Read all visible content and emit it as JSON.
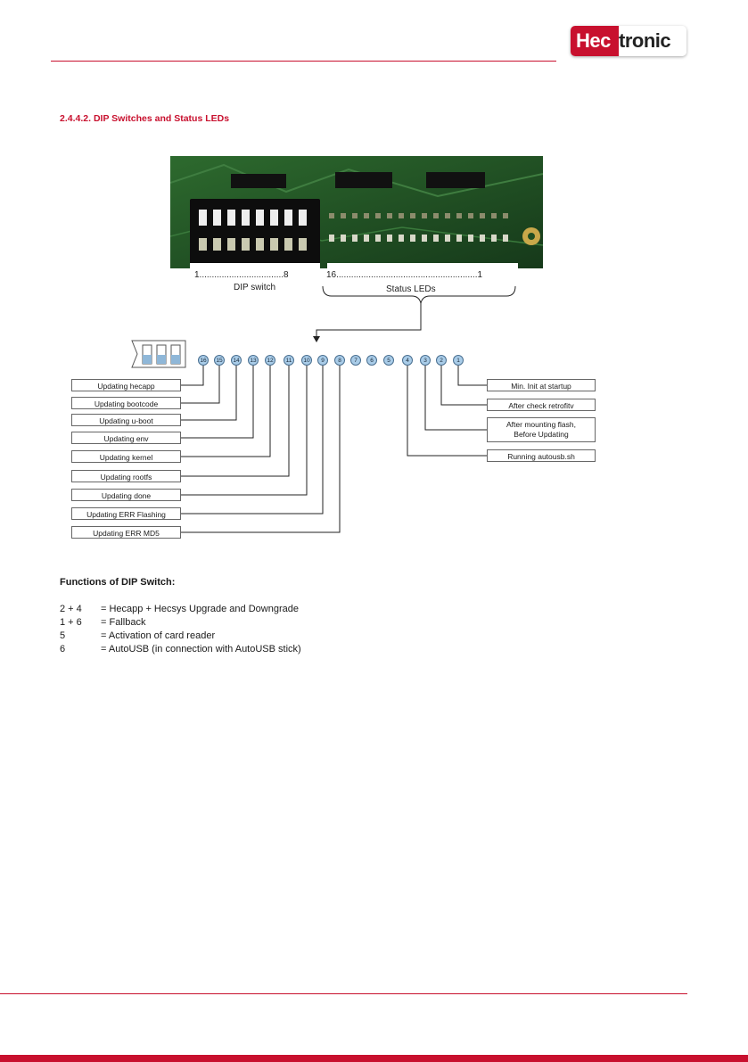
{
  "header": {
    "logo_part1": "Hec",
    "logo_part2": "tronic"
  },
  "section_title": "2.4.4.2. DIP Switches and Status LEDs",
  "figure": {
    "dip_range": "1..................................8",
    "dip_label": "DIP switch",
    "led_range": "16.........................................................1",
    "led_label": "Status LEDs",
    "leds": [
      "16",
      "15",
      "14",
      "13",
      "12",
      "11",
      "10",
      "9",
      "8",
      "7",
      "6",
      "5",
      "4",
      "3",
      "2",
      "1"
    ],
    "left_boxes": [
      "Updating hecapp",
      "Updating bootcode",
      "Updating u-boot",
      "Updating env",
      "Updating kernel",
      "Updating rootfs",
      "Updating done",
      "Updating ERR Flashing",
      "Updating ERR MD5"
    ],
    "right_boxes": [
      "Min. Init at startup",
      "After check retrofitv",
      "After mounting flash, Before Updating",
      "Running autousb.sh"
    ]
  },
  "functions": {
    "title": "Functions of DIP Switch:",
    "rows": [
      {
        "key": "2 + 4",
        "value": "= Hecapp + Hecsys Upgrade and Downgrade"
      },
      {
        "key": "1 + 6",
        "value": "= Fallback"
      },
      {
        "key": "5",
        "value": "= Activation of card reader"
      },
      {
        "key": "6",
        "value": "= AutoUSB (in connection with AutoUSB stick)"
      }
    ]
  },
  "colors": {
    "accent": "#c8102e",
    "led_fill": "#a9cce8",
    "board_green": "#1f4d22"
  }
}
